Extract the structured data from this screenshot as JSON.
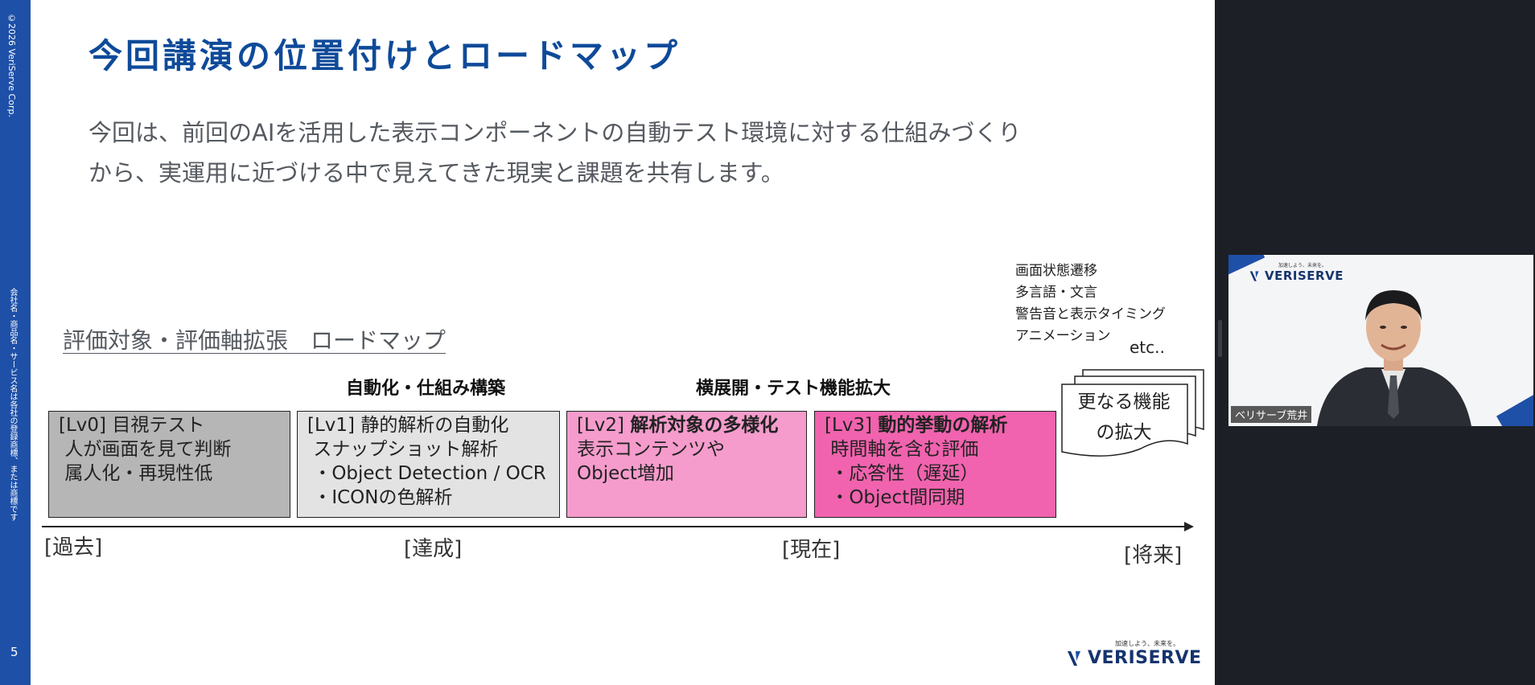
{
  "sidebar": {
    "copyright": "©2026 VeriServe Corp.",
    "trademark_note": "会社名・商品名・サービス名は各社の登録商標、または商標です",
    "page_number": "5"
  },
  "slide": {
    "title": "今回講演の位置付けとロードマップ",
    "intro_line1": "今回は、前回のAIを活用した表示コンポーネントの自動テスト環境に対する仕組みづくり",
    "intro_line2": "から、実運用に近づける中で見えてきた現実と課題を共有します。",
    "future_items": [
      "画面状態遷移",
      "多言語・文言",
      "警告音と表示タイミング",
      "アニメーション"
    ],
    "future_etc": "etc..",
    "roadmap_title": "評価対象・評価軸拡張　ロードマップ",
    "phase_automation": "自動化・仕組み構築",
    "phase_expansion": "横展開・テスト機能拡大",
    "levels": [
      {
        "tag": "[Lv0]",
        "heading": "目視テスト",
        "lines": [
          "人が画面を見て判断",
          "属人化・再現性低"
        ]
      },
      {
        "tag": "[Lv1]",
        "heading": "静的解析の自動化",
        "lines": [
          "スナップショット解析",
          "・Object Detection / OCR",
          "・ICONの色解析"
        ]
      },
      {
        "tag": "[Lv2]",
        "heading": "解析対象の多様化",
        "lines": [
          "表示コンテンツや",
          "Object増加"
        ]
      },
      {
        "tag": "[Lv3]",
        "heading": "動的挙動の解析",
        "lines": [
          "時間軸を含む評価",
          "・応答性（遅延）",
          "・Object間同期"
        ]
      }
    ],
    "further_expansion_line1": "更なる機能",
    "further_expansion_line2": "の拡大",
    "timeline": {
      "past": "[過去]",
      "achieved": "[達成]",
      "current": "[現在]",
      "future": "[将来]"
    },
    "logo_tagline": "加速しよう、未来を。",
    "logo_text": "VERISERVE"
  },
  "webcam": {
    "logo_tagline": "加速しよう、未来を。",
    "logo_text": "VERISERVE",
    "presenter_name": "ベリサーブ荒井"
  },
  "colors": {
    "brand_blue": "#1e50a8",
    "title_blue": "#0e4a99",
    "lv0_fill": "#b6b6b6",
    "lv1_fill": "#e3e3e3",
    "lv2_fill": "#f59ccc",
    "lv3_fill": "#f163ae"
  }
}
